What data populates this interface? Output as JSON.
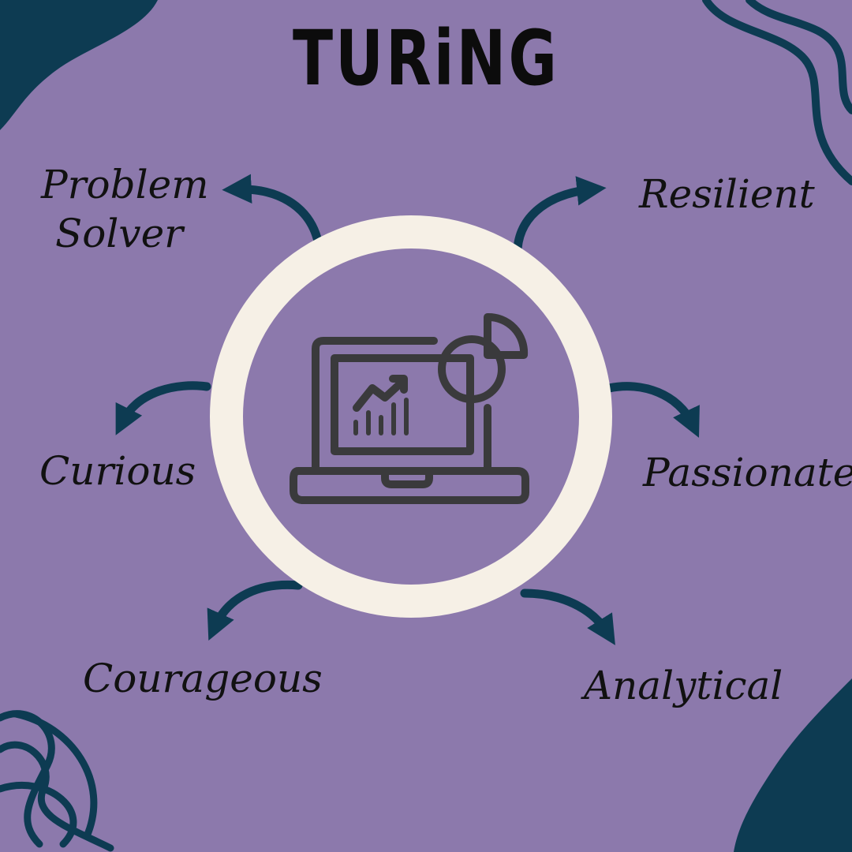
{
  "title": "TURiNG",
  "center_icon": "laptop-analytics-icon",
  "traits": {
    "problem_solver": [
      "Problem",
      "Solver"
    ],
    "resilient": "Resilient",
    "curious": "Curious",
    "passionate": "Passionate",
    "courageous": "Courageous",
    "analytical": "Analytical"
  },
  "colors": {
    "background": "#8c79ac",
    "accent": "#0d3b52",
    "ring": "#f6f0e6",
    "icon": "#3a3a3c",
    "text": "#111111"
  }
}
